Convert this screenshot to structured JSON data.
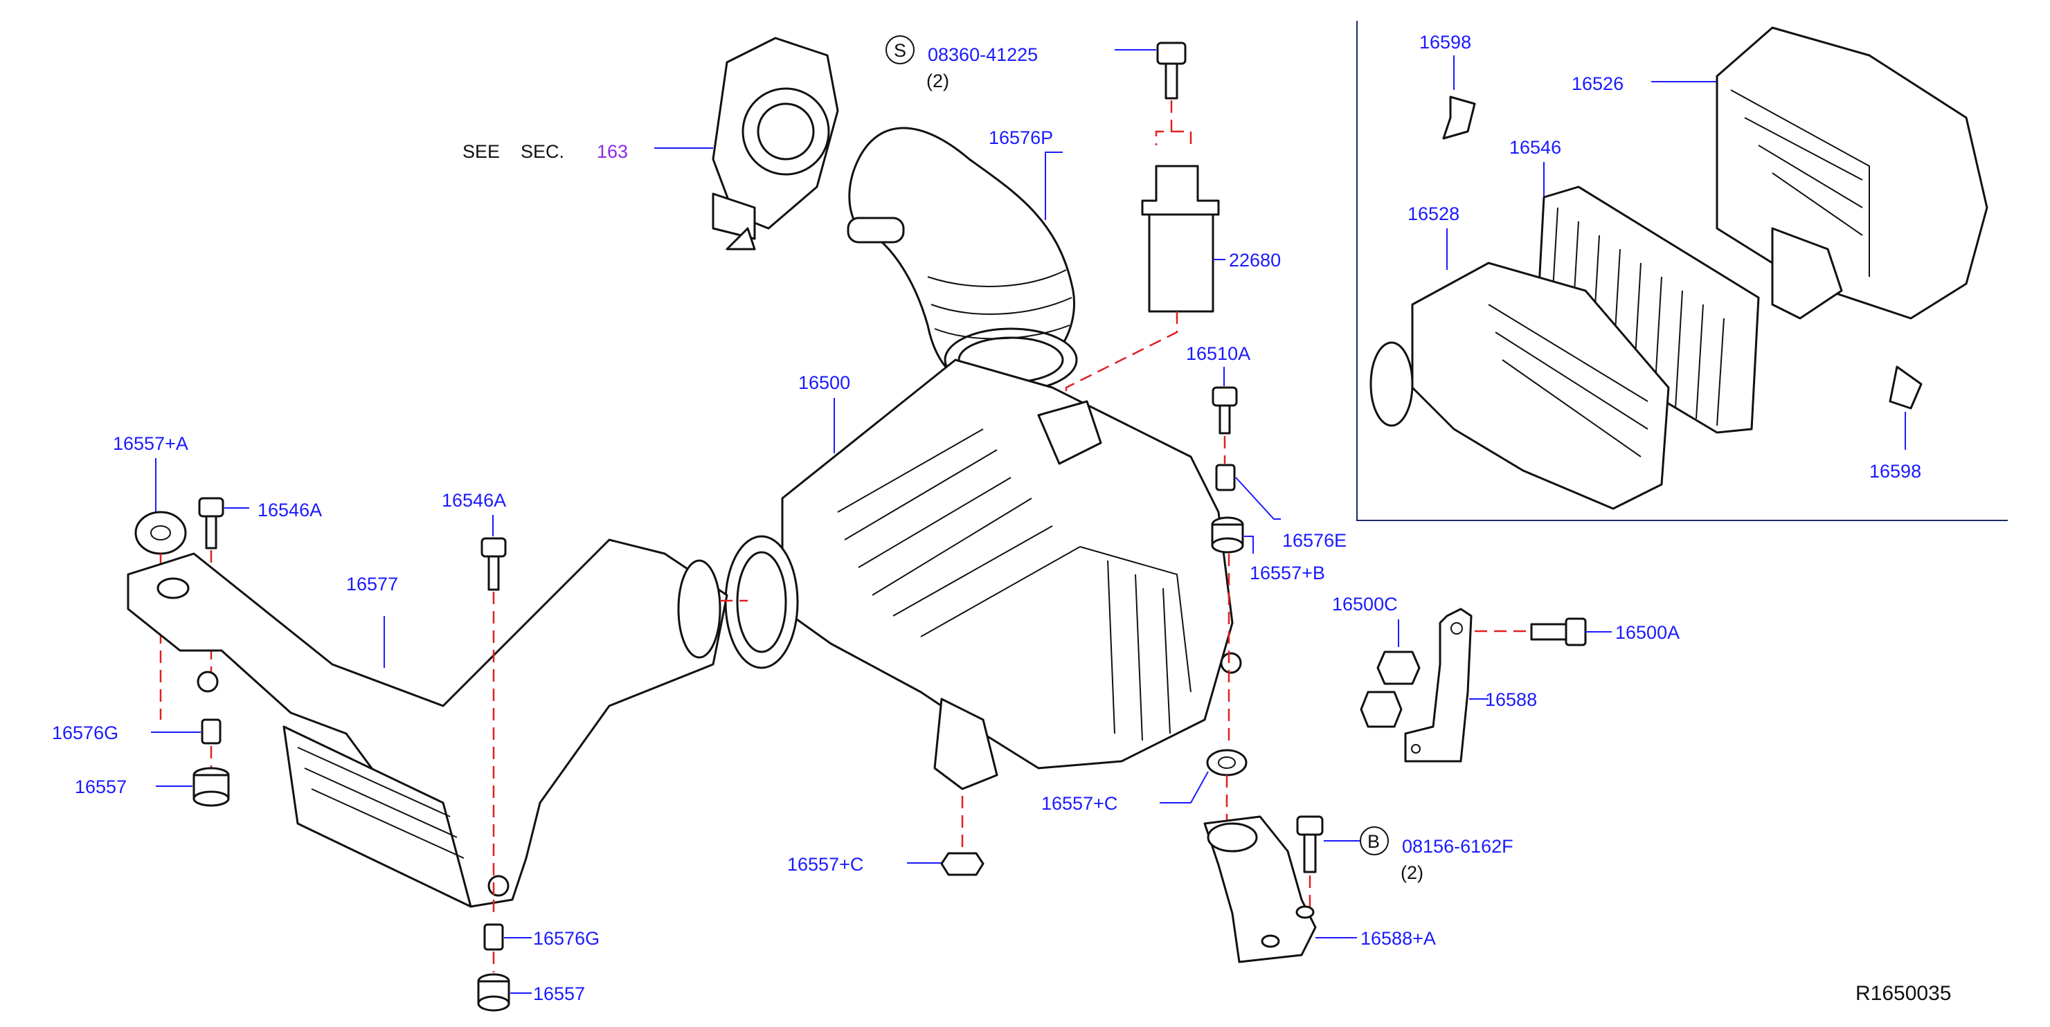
{
  "colors": {
    "label": "#1a1aff",
    "leader": "#1a1aff",
    "dash": "#e02020",
    "section_ref": "#8a2be2",
    "line": "#111111"
  },
  "see_sec": {
    "see": "SEE",
    "sec": "SEC.",
    "ref": "163"
  },
  "symbols": {
    "s_mark": "S",
    "b_mark": "B"
  },
  "callouts": {
    "bolt_s": "08360-41225",
    "bolt_s_qty": "(2)",
    "bolt_b": "08156-6162F",
    "bolt_b_qty": "(2)",
    "duct_16576P": "16576P",
    "sensor_22680": "22680",
    "cleaner_16500": "16500",
    "bolt_16510A": "16510A",
    "collar_16576E": "16576E",
    "grommet_16557B": "16557+B",
    "nut_16500C": "16500C",
    "bolt_16500A": "16500A",
    "bracket_16588": "16588",
    "grommet_16557C_right": "16557+C",
    "grommet_16557C_bottom": "16557+C",
    "bracket_16588A": "16588+A",
    "grommet_16557A": "16557+A",
    "bolt_16546A_left": "16546A",
    "bolt_16546A_mid": "16546A",
    "duct_16577": "16577",
    "collar_16576G_left": "16576G",
    "grommet_16557_left": "16557",
    "collar_16576G_bottom": "16576G",
    "grommet_16557_bottom": "16557",
    "inset_16598_top": "16598",
    "inset_16526": "16526",
    "inset_16546": "16546",
    "inset_16528": "16528",
    "inset_16598_bottom": "16598"
  },
  "diagram_id": "R1650035"
}
